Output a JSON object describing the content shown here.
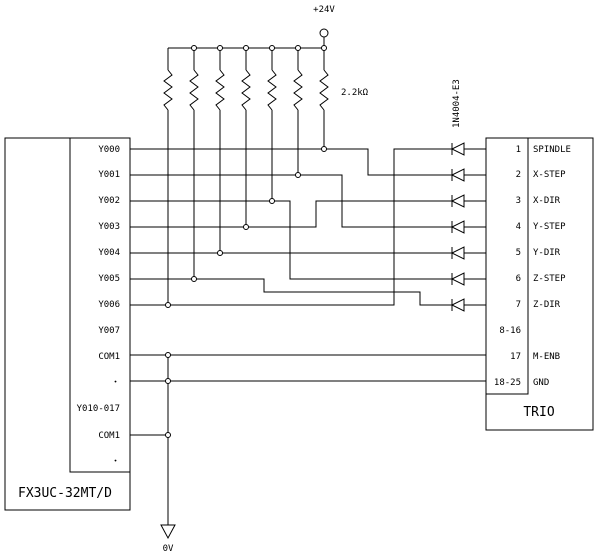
{
  "supply": {
    "label": "+24V"
  },
  "ground": {
    "label": "0V"
  },
  "resistor": {
    "label": "2.2kΩ"
  },
  "diode": {
    "part": "1N4004-E3"
  },
  "plc": {
    "name": "FX3UC-32MT/D",
    "pins": [
      "Y000",
      "Y001",
      "Y002",
      "Y003",
      "Y004",
      "Y005",
      "Y006",
      "Y007",
      "COM1",
      "・",
      "Y010-017",
      "COM1",
      "・"
    ]
  },
  "trio": {
    "name": "TRIO",
    "pins": [
      {
        "num": "1",
        "name": "SPINDLE"
      },
      {
        "num": "2",
        "name": "X-STEP"
      },
      {
        "num": "3",
        "name": "X-DIR"
      },
      {
        "num": "4",
        "name": "Y-STEP"
      },
      {
        "num": "5",
        "name": "Y-DIR"
      },
      {
        "num": "6",
        "name": "Z-STEP"
      },
      {
        "num": "7",
        "name": "Z-DIR"
      },
      {
        "num": "8-16",
        "name": ""
      },
      {
        "num": "17",
        "name": "M-ENB"
      },
      {
        "num": "18-25",
        "name": "GND"
      }
    ]
  }
}
